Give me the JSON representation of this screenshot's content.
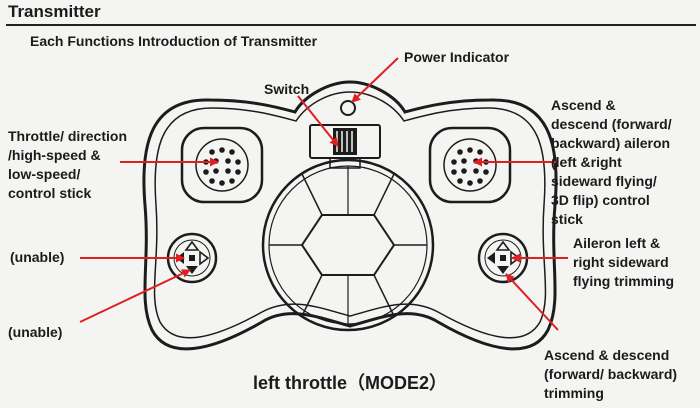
{
  "header": {
    "title": "Transmitter",
    "subtitle": "Each Functions Introduction of Transmitter"
  },
  "labels": {
    "power_indicator": "Power Indicator",
    "switch": "Switch",
    "left_stick": "Throttle/ direction\n/high-speed &\nlow-speed/\ncontrol stick",
    "right_stick": "Ascend &\ndescend (forward/\nbackward) aileron\n(left &right\nsideward flying/\n3D flip) control\nstick",
    "left_trim_upper": "(unable)",
    "left_trim_lower": "(unable)",
    "aileron_trim": "Aileron left &\nright sideward\nflying trimming",
    "ascend_trim": "Ascend & descend\n(forward/ backward)\ntrimming"
  },
  "caption": "left throttle（MODE2）",
  "colors": {
    "arrow": "#e02020",
    "outline": "#1c1c1c",
    "background": "#f4f4f2"
  }
}
